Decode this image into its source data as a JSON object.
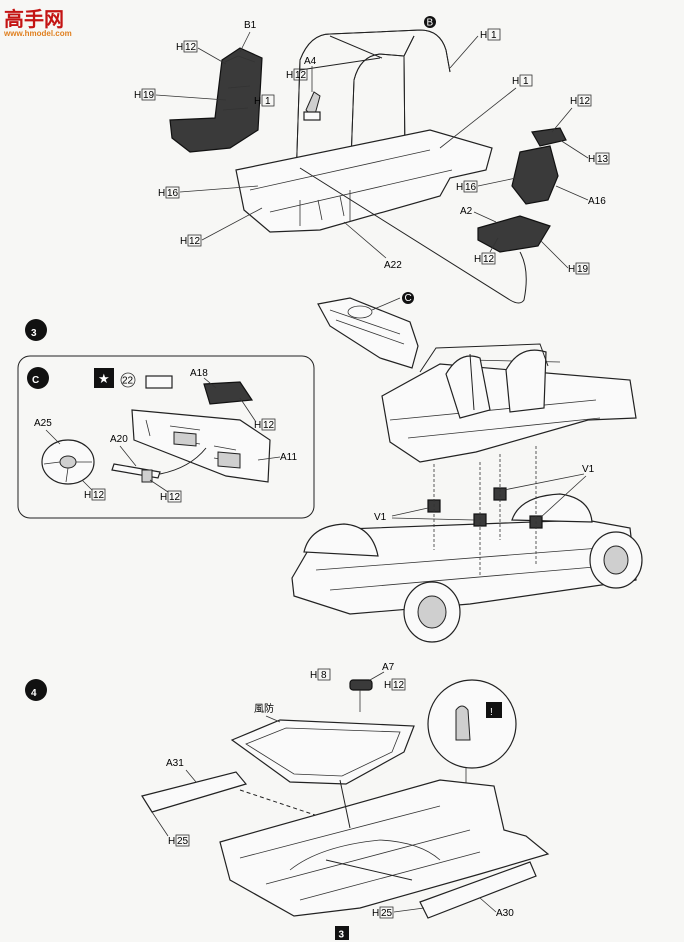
{
  "watermark": {
    "logo_text": "高手网",
    "site_text": "www.hmodel.com"
  },
  "steps": {
    "step3": "3",
    "step4": "4",
    "sub_c": "C"
  },
  "ref_markers": {
    "b": "B",
    "c": "C"
  },
  "page_number": "3",
  "labels": {
    "b1": "B1",
    "a4": "A4",
    "h1_top": "H",
    "h1_top_num": "1",
    "h1_right": "H",
    "h1_right_num": "1",
    "h12_seat": "H",
    "h12_seat_num": "12",
    "h12_a4": "H",
    "h12_a4_num": "12",
    "h19_seat": "H",
    "h19_seat_num": "19",
    "h1_seat": "H",
    "h1_seat_num": "1",
    "h16_left": "H",
    "h16_left_num": "16",
    "h12_floor": "H",
    "h12_floor_num": "12",
    "a22": "A22",
    "h12_r": "H",
    "h12_r_num": "12",
    "h13_r": "H",
    "h13_r_num": "13",
    "h16_r": "H",
    "h16_r_num": "16",
    "a16": "A16",
    "a2": "A2",
    "h12_a2": "H",
    "h12_a2_num": "12",
    "h19_a2": "H",
    "h19_a2_num": "19",
    "a18": "A18",
    "n22": "22",
    "h12_a18": "H",
    "h12_a18_num": "12",
    "a25": "A25",
    "a20": "A20",
    "a11": "A11",
    "h12_a25": "H",
    "h12_a25_num": "12",
    "h12_a20": "H",
    "h12_a20_num": "12",
    "v1_left": "V1",
    "v1_right": "V1",
    "h8": "H",
    "h8_num": "8",
    "a7": "A7",
    "h12_a7": "H",
    "h12_a7_num": "12",
    "windshield": "風防",
    "a31": "A31",
    "h25_left": "H",
    "h25_left_num": "25",
    "h25_bottom": "H",
    "h25_bottom_num": "25",
    "a30": "A30"
  }
}
